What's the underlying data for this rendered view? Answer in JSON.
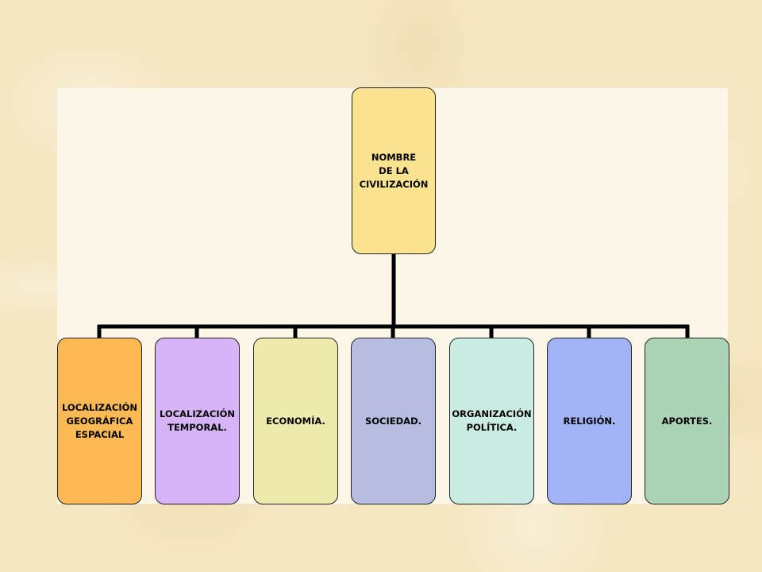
{
  "diagram": {
    "root": {
      "label": "NOMBRE\nDE LA\nCIVILIZACIÓN",
      "color": "#fce38f"
    },
    "children": [
      {
        "label": "LOCALIZACIÓN\nGEOGRÁFICA\nESPACIAL",
        "color": "#fdba54"
      },
      {
        "label": "LOCALIZACIÓN\nTEMPORAL.",
        "color": "#d6b4f7"
      },
      {
        "label": "ECONOMÍA.",
        "color": "#efeaad"
      },
      {
        "label": "SOCIEDAD.",
        "color": "#b6bde0"
      },
      {
        "label": "ORGANIZACIÓN\nPOLÍTICA.",
        "color": "#c9ece4"
      },
      {
        "label": "RELIGIÓN.",
        "color": "#a2b3f5"
      },
      {
        "label": "APORTES.",
        "color": "#abd4b7"
      }
    ]
  }
}
